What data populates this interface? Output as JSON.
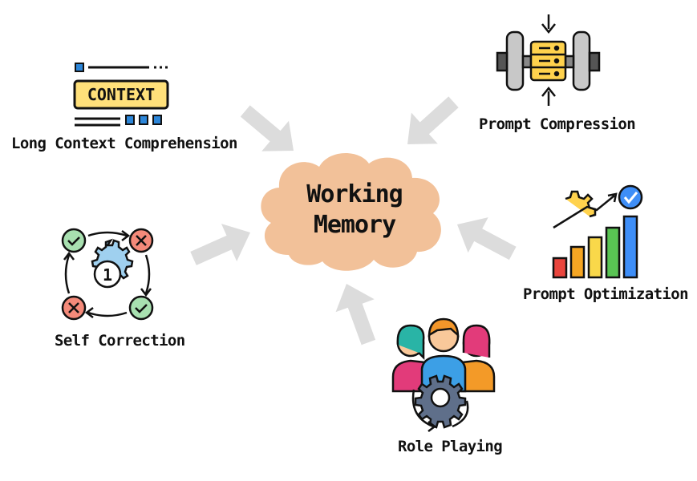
{
  "center": {
    "line1": "Working",
    "line2": "Memory"
  },
  "nodes": {
    "long_context": {
      "label": "Long Context Comprehension",
      "icon_text": "CONTEXT",
      "icon": "context-icon"
    },
    "prompt_compression": {
      "label": "Prompt Compression",
      "icon": "compression-icon"
    },
    "prompt_optimization": {
      "label": "Prompt Optimization",
      "icon": "optimization-chart-icon"
    },
    "self_correction": {
      "label": "Self Correction",
      "icon": "self-correction-cycle-icon",
      "step": "1"
    },
    "role_playing": {
      "label": "Role Playing",
      "icon": "team-gear-icon"
    }
  },
  "colors": {
    "cloud": "#f2c199",
    "arrow": "#dcdcdc",
    "context_box": "#ffe07a",
    "check": "#a8e0b0",
    "cross": "#f48a7a",
    "gear": "#9fd0ef",
    "bar_red": "#e9453d",
    "bar_orange": "#f6a623",
    "bar_yellow": "#f9d84a",
    "bar_green": "#59c453",
    "bar_blue": "#3e8ef7"
  }
}
